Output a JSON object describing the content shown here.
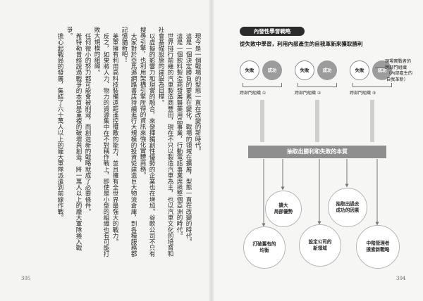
{
  "left_page": {
    "page_number": "305",
    "paragraphs": [
      "現今是一個戰場的型態一直在改變的新時代。",
      "這是一個決定勝負的要素在變化，戰場的領域在擴展，型態一直在改變的時代。",
      "這是一個飲料製造商發展醫藥用品事業，行動電話事業席捲整個亞洲的時代。",
      "世界排行前幾的汽車製造商豐田，現在不只以製造汽車為主，也以汽車文化的培育和社會基礎設施的建設為目標。",
      "以虛擬的影響力和現實的融合，來發揮獨創性優勢的企業也在增加。谷歌公司不只有搜尋引擎，也利用架構引擎所得的資訊來強化實體商務。",
      "大家對於亞馬遜網路書店持續進行大規模的投資從建造巨大物流倉庫，到各種服務都記憶猶新吧！",
      "美軍擁有利用高科技裝備遠距遙控殲敵的能力，並且擁有全世界最強大的戰力。",
      "反之，如果將人力、物力的資源集中在不對稱作戰上，即使是小型的組織也有可能打敗大規模的組織。",
      "任何微小的努力都可能會被削減，而創造新的戰略就成了必要條件。",
      "希特勒曾經說過戰爭的本質是重複的破壞與創造，將一萬人以上的龐大軍隊捲入戰爭。",
      "擔心起戰局的發展，集結了六十萬人以上的龐大軍隊派遣到前線作戰。"
    ]
  },
  "right_page": {
    "page_number": "304",
    "title": "內發性學習戰略",
    "subtitle": "從失敗中學習，利用內部產生的自我革新來獲取勝利",
    "clusters": [
      {
        "fail": "失敗",
        "success": "成功",
        "label": "跨部門組織 ①"
      },
      {
        "fail": "失敗",
        "success": "成功",
        "label": "跨部門組織 ②"
      },
      {
        "fail": "失敗",
        "success": "成功",
        "label": "跨部門組織 ③"
      }
    ],
    "callout": {
      "line1": "現場實戰者的",
      "line2": "跨部門組織",
      "line3": "（內部產生的",
      "line4": "自我革新）"
    },
    "center_box": "抽取出勝利和失敗的本質",
    "outcomes": [
      {
        "line1": "擴大",
        "line2": "局部優勢"
      },
      {
        "line1": "抽取出過去",
        "line2": "成功的因素"
      },
      {
        "line1": "打破舊有的",
        "line2": "均衡"
      },
      {
        "line1": "設定公司的",
        "line2": "新領域"
      },
      {
        "line1": "中階管理者",
        "line2": "摸索新戰略"
      }
    ],
    "colors": {
      "success_fill": "#9c9c9c",
      "center_fill": "#8e8e8e",
      "title_fill": "#2b2b2b"
    }
  }
}
